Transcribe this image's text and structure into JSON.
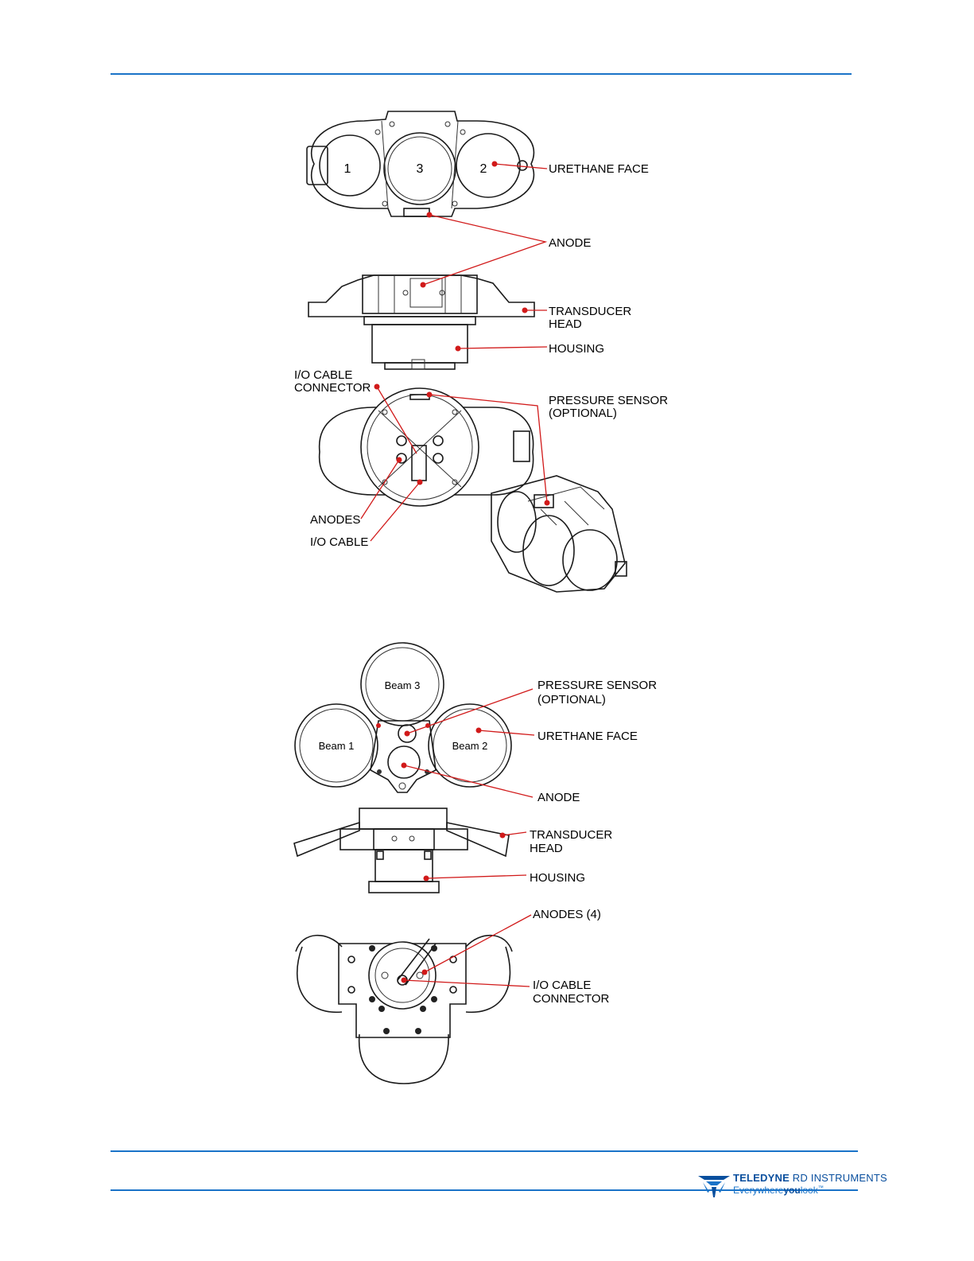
{
  "diagram_top": {
    "beams": [
      "1",
      "3",
      "2"
    ],
    "labels": {
      "urethane_face": "URETHANE FACE",
      "anode": "ANODE",
      "transducer_head_l1": "TRANSDUCER",
      "transducer_head_l2": "HEAD",
      "housing": "HOUSING",
      "io_cable_connector_l1": "I/O CABLE",
      "io_cable_connector_l2": "CONNECTOR",
      "pressure_sensor_l1": "PRESSURE SENSOR",
      "pressure_sensor_l2": "(OPTIONAL)",
      "anodes": "ANODES",
      "io_cable": "I/O CABLE"
    }
  },
  "diagram_bottom": {
    "beams": [
      "Beam 3",
      "Beam 1",
      "Beam 2"
    ],
    "labels": {
      "pressure_sensor_l1": "PRESSURE SENSOR",
      "pressure_sensor_l2": "(OPTIONAL)",
      "urethane_face": "URETHANE FACE",
      "anode": "ANODE",
      "transducer_head_l1": "TRANSDUCER",
      "transducer_head_l2": "HEAD",
      "housing": "HOUSING",
      "anodes_4": "ANODES (4)",
      "io_cable_connector_l1": "I/O CABLE",
      "io_cable_connector_l2": "CONNECTOR"
    }
  },
  "footer": {
    "brand": "TELEDYNE",
    "brand_sub": "RD INSTRUMENTS",
    "tagline_1": "Everywhere",
    "tagline_2": "you",
    "tagline_3": "look",
    "tagline_tm": "™"
  },
  "colors": {
    "rule": "#1a73c8",
    "leader": "#d11a1a",
    "brand": "#0a4f9e"
  }
}
